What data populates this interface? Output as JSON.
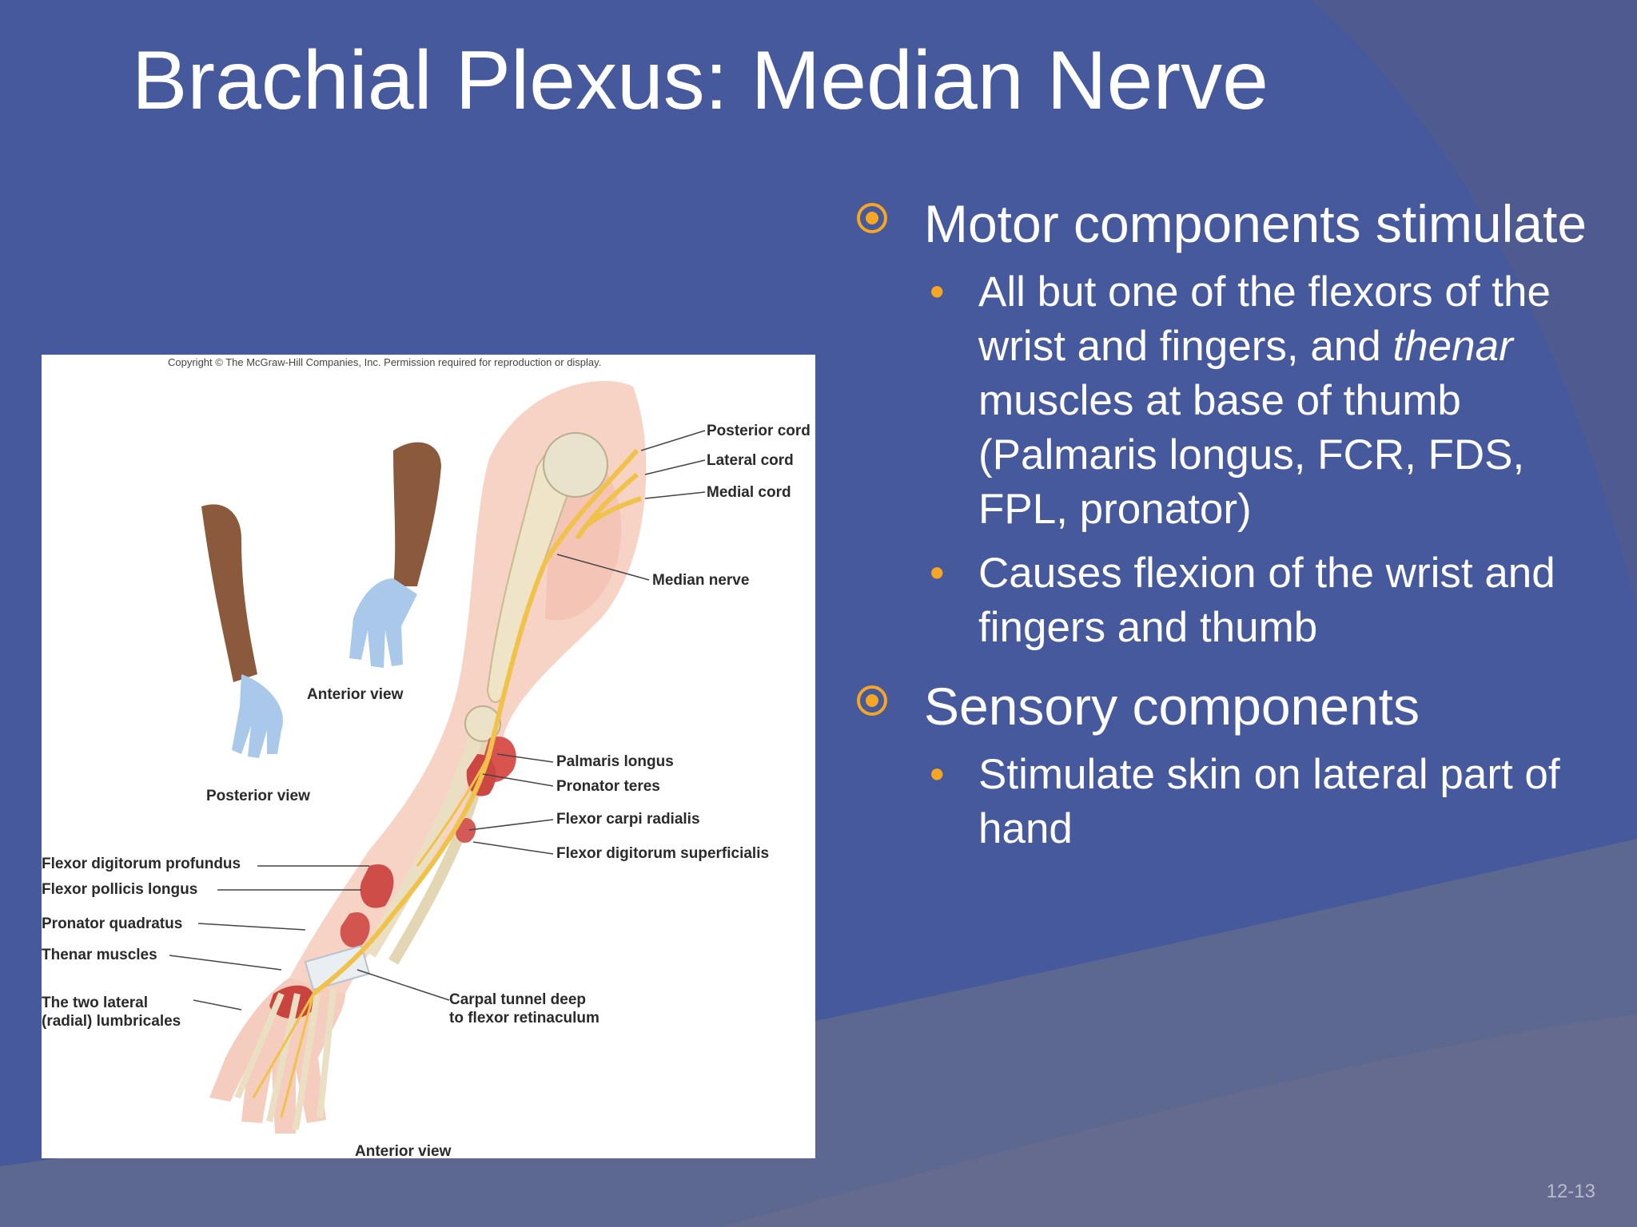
{
  "slide": {
    "title": "Brachial Plexus: Median Nerve",
    "page_number": "12-13"
  },
  "bullets": {
    "motor": {
      "heading": "Motor components stimulate",
      "items": [
        {
          "before": "All but one of the flexors of the wrist and fingers, and ",
          "italic": "thenar",
          "after": " muscles at base of thumb (Palmaris longus, FCR, FDS, FPL, pronator)"
        },
        {
          "text": "Causes flexion of the wrist and fingers and thumb"
        }
      ]
    },
    "sensory": {
      "heading": "Sensory components",
      "items": [
        {
          "text": "Stimulate skin on lateral part of hand"
        }
      ]
    }
  },
  "figure": {
    "copyright": "Copyright © The McGraw-Hill Companies, Inc. Permission required for reproduction or display.",
    "labels": {
      "posterior_cord": "Posterior cord",
      "lateral_cord": "Lateral cord",
      "medial_cord": "Medial cord",
      "median_nerve": "Median nerve",
      "anterior_view_small": "Anterior view",
      "posterior_view": "Posterior view",
      "palmaris_longus": "Palmaris longus",
      "pronator_teres": "Pronator teres",
      "flexor_carpi_radialis": "Flexor carpi radialis",
      "flexor_digitorum_superficialis": "Flexor digitorum superficialis",
      "flexor_digitorum_profundus": "Flexor digitorum profundus",
      "flexor_pollicis_longus": "Flexor pollicis longus",
      "pronator_quadratus": "Pronator quadratus",
      "thenar_muscles": "Thenar muscles",
      "lumbricales_line1": "The two lateral",
      "lumbricales_line2": "(radial) lumbricales",
      "carpal_line1": "Carpal tunnel deep",
      "carpal_line2": "to flexor retinaculum",
      "anterior_view_main": "Anterior view"
    }
  },
  "colors": {
    "background": "#45599c",
    "bullet_accent": "#f5a623",
    "text": "#ffffff"
  }
}
